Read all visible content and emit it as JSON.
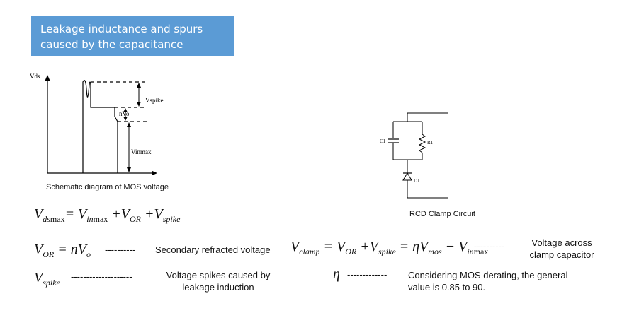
{
  "slide": {
    "title_line1": "Leakage inductance and spurs",
    "title_line2": "caused by the capacitance"
  },
  "mos_diagram": {
    "y_axis_label": "Vds",
    "label_vspike": "Vspike",
    "label_nvo": "nVo",
    "label_vinmax": "Vinmax",
    "caption": "Schematic diagram of MOS voltage"
  },
  "rcd_circuit": {
    "label_c1": "C1",
    "label_r1": "R1",
    "label_d1": "D1",
    "caption": "RCD Clamp Circuit"
  },
  "formulas": {
    "vds_max": {
      "lhs": "V",
      "lhs_sub": "ds",
      "lhs_tail": "max",
      "t1": "= V",
      "t1_sub": "in",
      "t1_tail": "max",
      "t2": " +V",
      "t2_sub": "OR",
      "t3": " +V",
      "t3_sub": "spike"
    },
    "vor": {
      "lhs": "V",
      "lhs_sub": "OR",
      "rhs": " = nV",
      "rhs_sub": "o",
      "dashes": "----------",
      "desc": "Secondary refracted voltage"
    },
    "vspike": {
      "lhs": "V",
      "lhs_sub": "spike",
      "dashes": "--------------------",
      "desc_line1": "Voltage spikes caused by",
      "desc_line2": "leakage induction"
    },
    "vclamp": {
      "lhs": "V",
      "lhs_sub": "clamp",
      "t1": " = V",
      "t1_sub": "OR",
      "t2": " +V",
      "t2_sub": "spike",
      "t3": " = ηV",
      "t3_sub": "mos",
      "t4": " − V",
      "t4_sub": "in",
      "t4_tail": "max",
      "dashes": "----------",
      "desc_line1": "Voltage across",
      "desc_line2": "clamp capacitor"
    },
    "eta": {
      "symbol": "η",
      "dashes": "-------------",
      "desc_line1": "Considering MOS derating, the general",
      "desc_line2": "value is 0.85 to 90."
    }
  }
}
